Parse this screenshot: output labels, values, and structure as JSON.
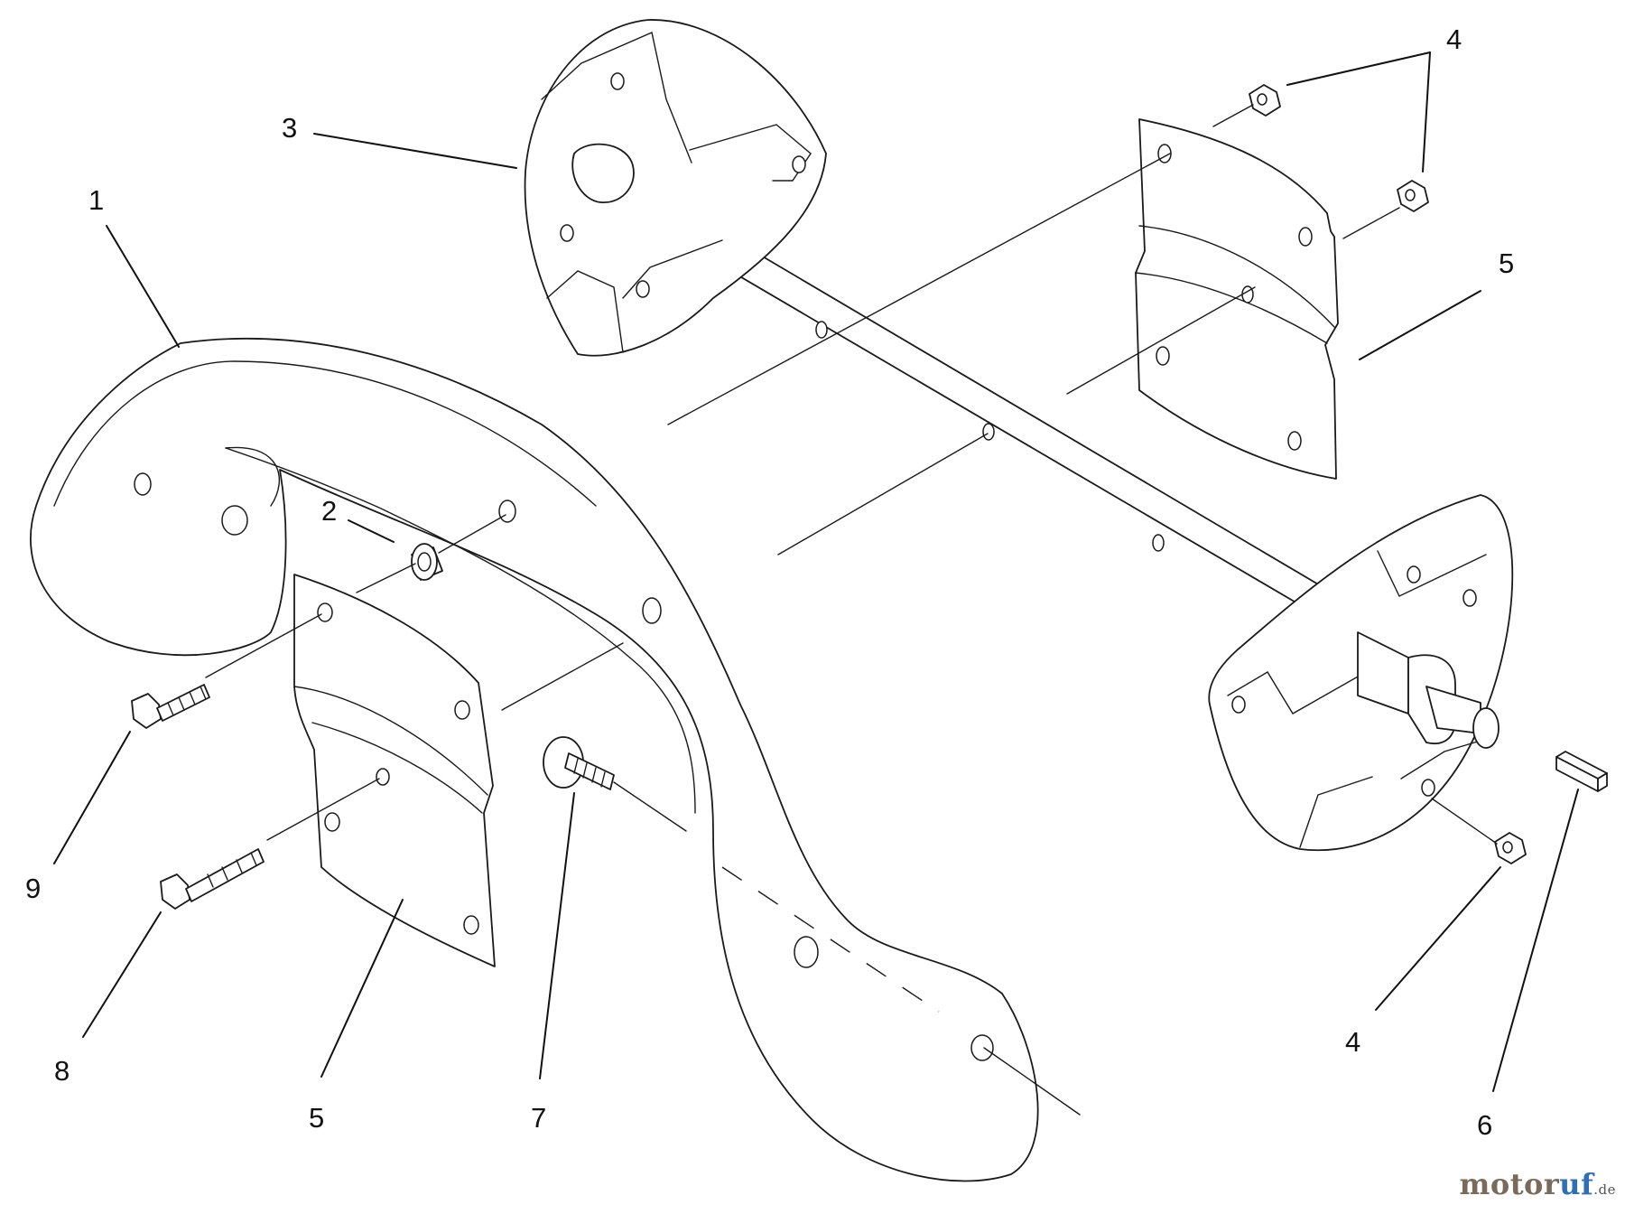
{
  "diagram": {
    "callouts": [
      {
        "id": "c1",
        "label": "1"
      },
      {
        "id": "c2",
        "label": "2"
      },
      {
        "id": "c3",
        "label": "3"
      },
      {
        "id": "c4a",
        "label": "4"
      },
      {
        "id": "c4b",
        "label": "4"
      },
      {
        "id": "c5a",
        "label": "5"
      },
      {
        "id": "c5b",
        "label": "5"
      },
      {
        "id": "c6",
        "label": "6"
      },
      {
        "id": "c7",
        "label": "7"
      },
      {
        "id": "c8",
        "label": "8"
      },
      {
        "id": "c9",
        "label": "9"
      }
    ]
  },
  "watermark": {
    "main": "motor",
    "accent": "uf",
    "tld": ".de"
  },
  "colors": {
    "line": "#1a1a1a",
    "background": "#ffffff",
    "watermark_main": "#7a6a5a",
    "watermark_accent": "#2e6fb5"
  }
}
